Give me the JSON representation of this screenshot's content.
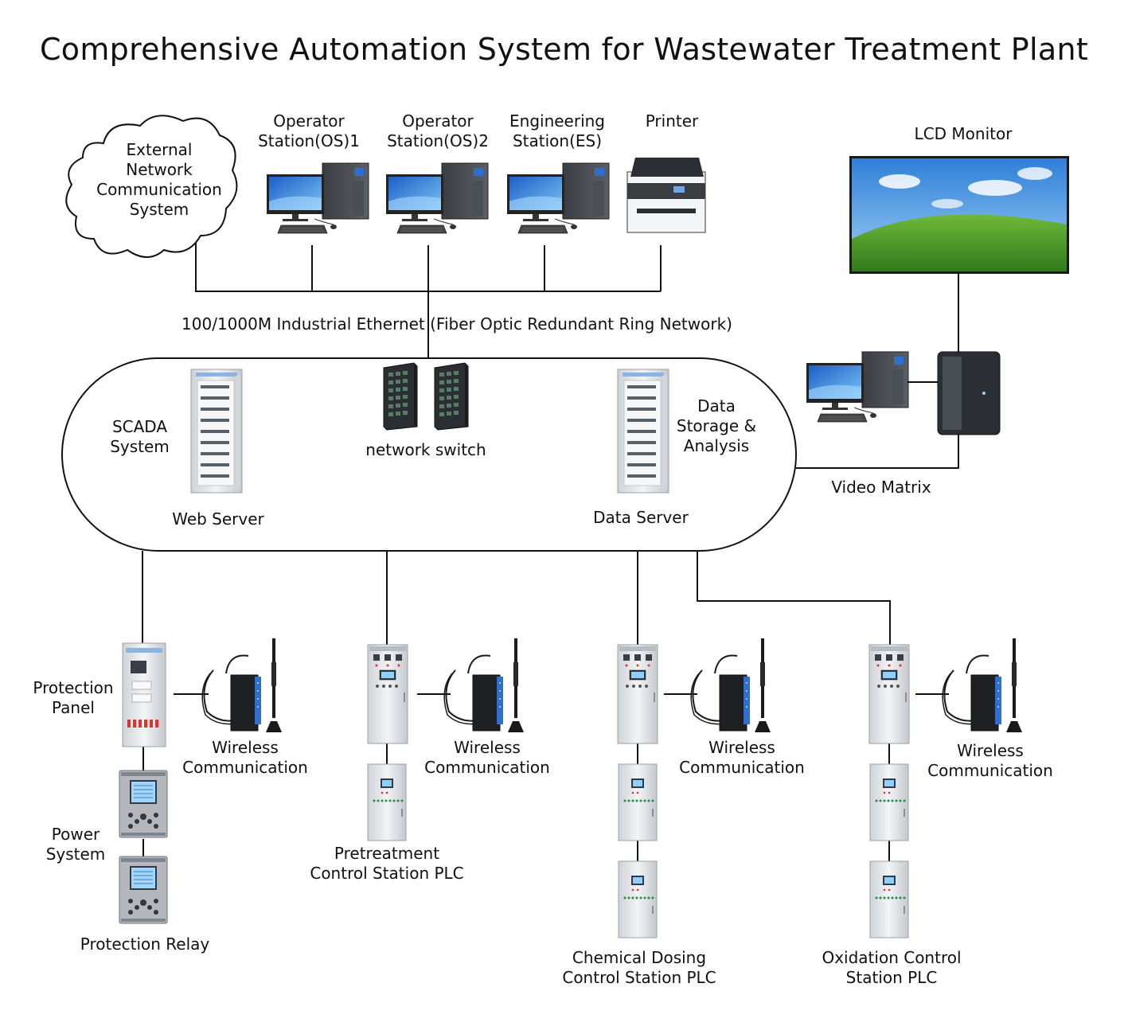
{
  "title": "Comprehensive Automation System for Wastewater Treatment Plant",
  "cloud": {
    "line1": "External",
    "line2": "Network",
    "line3": "Communication",
    "line4": "System"
  },
  "stations": [
    {
      "line1": "Operator",
      "line2": "Station(OS)1"
    },
    {
      "line1": "Operator",
      "line2": "Station(OS)2"
    },
    {
      "line1": "Engineering",
      "line2": "Station(ES)"
    }
  ],
  "printer": "Printer",
  "lcd_monitor": "LCD Monitor",
  "ethernet": "100/1000M Industrial Ethernet (Fiber Optic Redundant Ring Network)",
  "scada": {
    "line1": "SCADA",
    "line2": "System"
  },
  "web_server": "Web Server",
  "network_switch": "network switch",
  "data_storage": {
    "line1": "Data",
    "line2": "Storage &",
    "line3": "Analysis"
  },
  "data_server": "Data Server",
  "video_matrix": "Video Matrix",
  "protection_panel": {
    "line1": "Protection",
    "line2": "Panel"
  },
  "power_system": {
    "line1": "Power",
    "line2": "System"
  },
  "protection_relay": "Protection Relay",
  "wireless": {
    "line1": "Wireless",
    "line2": "Communication"
  },
  "pretreatment": {
    "line1": "Pretreatment",
    "line2": "Control Station PLC"
  },
  "chemical": {
    "line1": "Chemical Dosing",
    "line2": "Control Station PLC"
  },
  "oxidation": {
    "line1": "Oxidation Control",
    "line2": "Station PLC"
  },
  "colors": {
    "line": "#111111",
    "cabinet": "#e4e7ea",
    "screen_sky": "#3f8fe0",
    "grass": "#4f9a2c",
    "device_dark": "#2b2e33",
    "antenna": "#1a1a1a",
    "led_blue": "#2f6fd0"
  }
}
